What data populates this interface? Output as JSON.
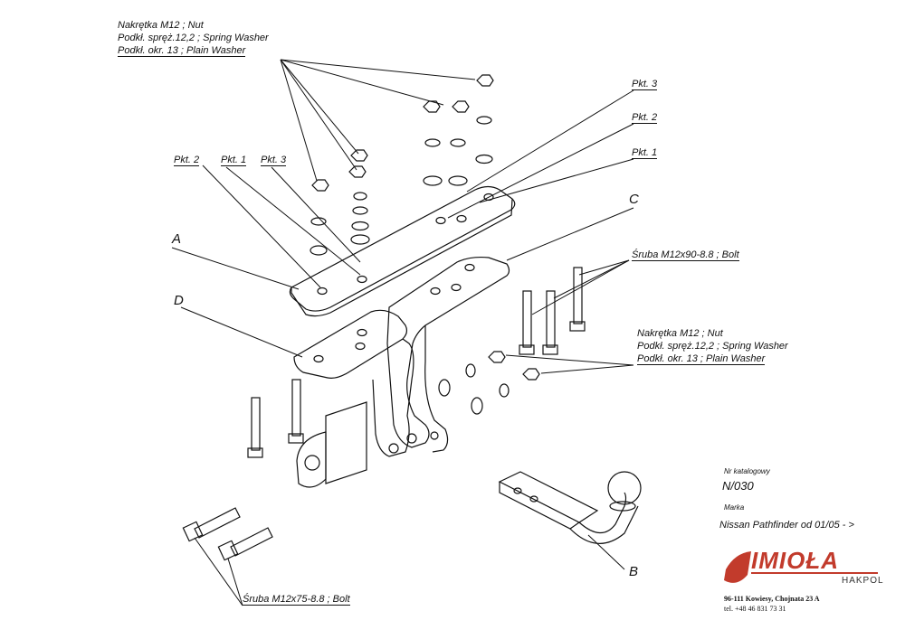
{
  "nut_group_top": {
    "line1": "Nakrętka  M12 ; Nut",
    "line2": "Podkł. spręż.12,2 ; Spring Washer",
    "line3": "Podkł. okr. 13 ; Plain Washer"
  },
  "nut_group_right": {
    "line1": "Nakrętka  M12 ; Nut",
    "line2": "Podkł. spręż.12,2 ; Spring Washer",
    "line3": "Podkł. okr. 13 ; Plain Washer"
  },
  "points": {
    "pkt3_top": "Pkt. 3",
    "pkt2_right": "Pkt. 2",
    "pkt1_right": "Pkt. 1",
    "pkt2_left": "Pkt. 2",
    "pkt1_left": "Pkt. 1",
    "pkt3_left": "Pkt. 3"
  },
  "part_letters": {
    "a": "A",
    "b": "B",
    "c": "C",
    "d": "D"
  },
  "bolt_90": "Śruba M12x90-8.8 ;  Bolt",
  "bolt_75": "Śruba M12x75-8.8 ;  Bolt",
  "catalog": {
    "label": "Nr katalogowy",
    "value": "N/030",
    "brand_label": "Marka",
    "brand_value": "Nissan Pathfinder    od 01/05 - >"
  },
  "company": {
    "logo": "IMIOŁA",
    "sub": "HAKPOL",
    "address": "96-111 Kowiesy, Chojnata 23 A",
    "phone": "tel. +48 46 831 73 31"
  }
}
